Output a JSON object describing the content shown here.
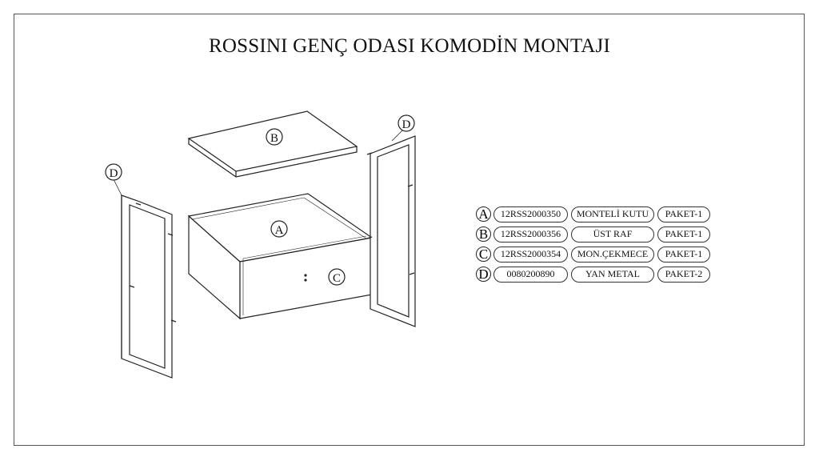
{
  "title": "ROSSINI GENÇ ODASI KOMODİN MONTAJI",
  "diagram_labels": {
    "a": "A",
    "b": "B",
    "c": "C",
    "d_left": "D",
    "d_right": "D"
  },
  "parts": [
    {
      "letter": "A",
      "code": "12RSS2000350",
      "name": "MONTELİ KUTU",
      "package": "PAKET-1"
    },
    {
      "letter": "B",
      "code": "12RSS2000356",
      "name": "ÜST RAF",
      "package": "PAKET-1"
    },
    {
      "letter": "C",
      "code": "12RSS2000354",
      "name": "MON.ÇEKMECE",
      "package": "PAKET-1"
    },
    {
      "letter": "D",
      "code": "0080200890",
      "name": "YAN METAL",
      "package": "PAKET-2"
    }
  ]
}
